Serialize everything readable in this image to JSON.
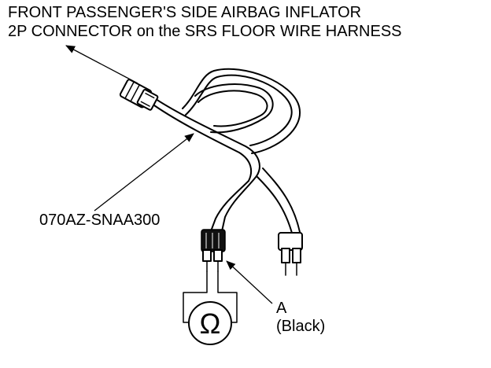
{
  "title": {
    "line1": "FRONT PASSENGER'S SIDE AIRBAG INFLATOR",
    "line2": "2P CONNECTOR on the SRS FLOOR WIRE HARNESS"
  },
  "labels": {
    "part_number": "070AZ-SNAA300",
    "callout_letter": "A",
    "callout_color": "(Black)",
    "ohm_symbol": "Ω"
  },
  "icons": {
    "ohmmeter": "ohmmeter-icon",
    "arrow": "arrowhead"
  }
}
